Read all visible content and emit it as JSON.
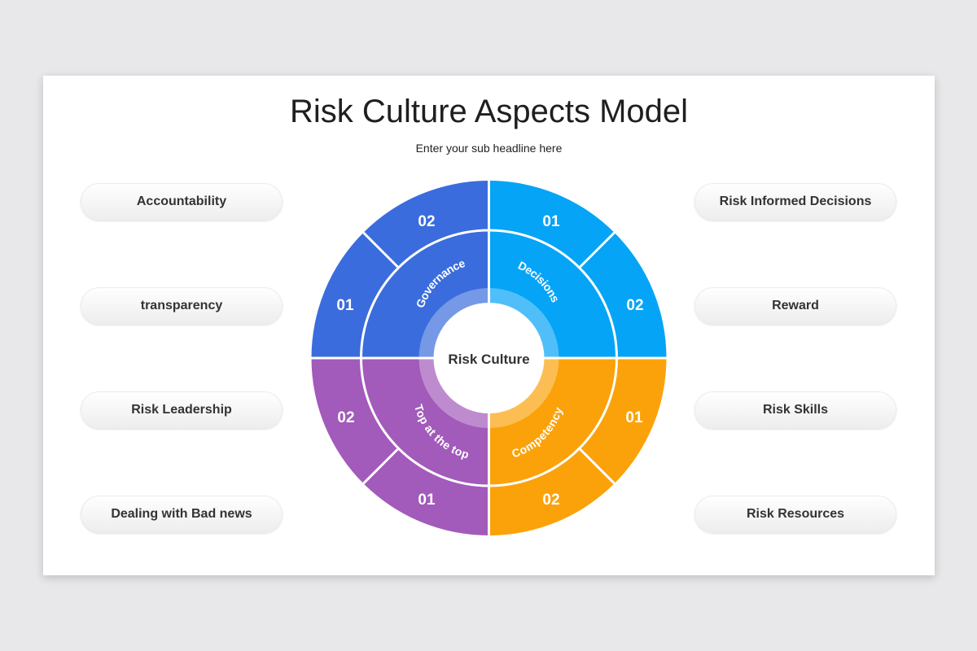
{
  "title": "Risk Culture Aspects Model",
  "subtitle": "Enter your sub headline here",
  "center_label": "Risk Culture",
  "left_items": [
    "Accountability",
    "transparency",
    "Risk Leadership",
    "Dealing with Bad news"
  ],
  "right_items": [
    "Risk Informed Decisions",
    "Reward",
    "Risk Skills",
    "Risk Resources"
  ],
  "quadrants": [
    {
      "name": "Governance",
      "color": "#3a6cdd",
      "numbers": [
        "02",
        "01"
      ]
    },
    {
      "name": "Decisions",
      "color": "#05a4f6",
      "numbers": [
        "01",
        "02"
      ]
    },
    {
      "name": "Top at the top",
      "color": "#a25abb",
      "numbers": [
        "02",
        "01"
      ]
    },
    {
      "name": "Competency",
      "color": "#fba20a",
      "numbers": [
        "01",
        "02"
      ]
    }
  ]
}
